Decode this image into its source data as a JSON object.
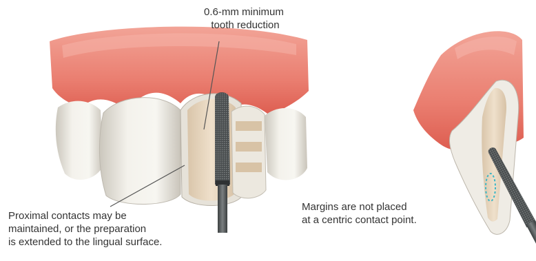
{
  "labels": {
    "reduction": [
      "0.6-mm minimum",
      "tooth reduction"
    ],
    "proximal": [
      "Proximal contacts may be",
      "maintained, or the preparation",
      "is extended to the lingual surface."
    ],
    "margins": [
      "Margins are not placed",
      "at a centric contact point."
    ]
  },
  "colors": {
    "gum": "#ee8a7c",
    "gum_dark": "#d9584c",
    "enamel": "#f1efe9",
    "enamel_shade": "#cfcbc2",
    "dentin": "#e9d7bf",
    "bur_shaft": "#55595a",
    "leader": "#555555"
  }
}
